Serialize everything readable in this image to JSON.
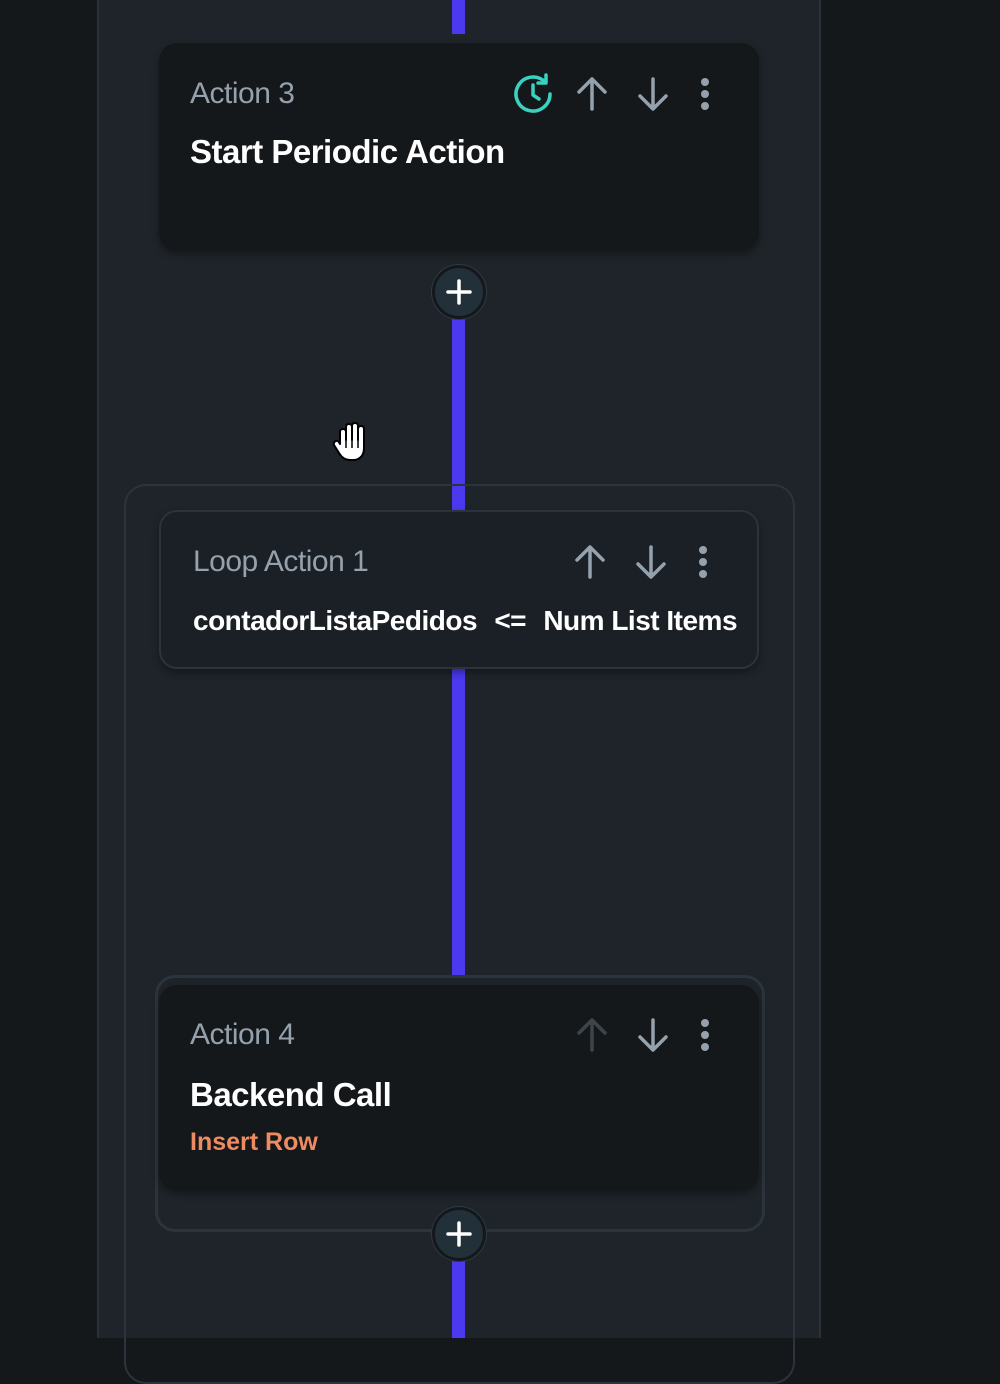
{
  "colors": {
    "background": "#14181b",
    "panel": "#1e2429",
    "card": "#14181b",
    "connector": "#4b39ef",
    "label": "#95a1ac",
    "title": "#ffffff",
    "accent_teal": "#39d2c0",
    "accent_orange": "#ee8b60"
  },
  "action3": {
    "label": "Action 3",
    "title": "Start Periodic Action",
    "icons": [
      "periodic-timer-icon",
      "arrow-up-icon",
      "arrow-down-icon",
      "more-vert-icon"
    ]
  },
  "loop_action": {
    "label": "Loop Action 1",
    "condition_left": "contadorListaPedidos",
    "condition_op": "<=",
    "condition_right": "Num List Items",
    "icons": [
      "arrow-up-icon",
      "arrow-down-icon",
      "more-vert-icon"
    ]
  },
  "action4": {
    "label": "Action 4",
    "title": "Backend Call",
    "subtitle": "Insert Row",
    "icons": [
      "arrow-up-icon-disabled",
      "arrow-down-icon",
      "more-vert-icon"
    ]
  },
  "add_buttons": [
    "add-action-icon",
    "add-action-icon"
  ],
  "cursor": "grab-hand-cursor-icon"
}
